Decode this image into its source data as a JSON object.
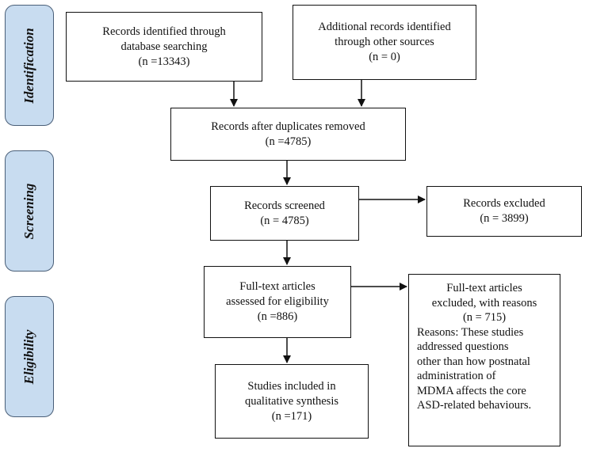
{
  "phases": {
    "identification": "Identification",
    "screening": "Screening",
    "eligibility": "Eligibility"
  },
  "boxes": {
    "database_search": {
      "line1": "Records identified through",
      "line2": "database searching",
      "count": "(n =13343)"
    },
    "other_sources": {
      "line1": "Additional records identified",
      "line2": "through other sources",
      "count": "(n = 0)"
    },
    "duplicates_removed": {
      "line1": "Records after duplicates removed",
      "count": "(n =4785)"
    },
    "screened": {
      "line1": "Records screened",
      "count": "(n = 4785)"
    },
    "excluded": {
      "line1": "Records excluded",
      "count": "(n = 3899)"
    },
    "fulltext_assessed": {
      "line1": "Full-text articles",
      "line2": "assessed for eligibility",
      "count": "(n =886)"
    },
    "fulltext_excluded": {
      "line1": "Full-text articles",
      "line2": "excluded, with reasons",
      "count": "(n = 715)",
      "reason1": "Reasons: These studies",
      "reason2": "addressed questions",
      "reason3": "other than how postnatal",
      "reason4": "administration of",
      "reason5": "MDMA affects the core",
      "reason6": "ASD-related behaviours."
    },
    "included": {
      "line1": "Studies included in",
      "line2": "qualitative synthesis",
      "count": "(n =171)"
    }
  },
  "colors": {
    "phase_fill": "#c8dcf0",
    "phase_border": "#4a5f78",
    "box_border": "#111111"
  }
}
